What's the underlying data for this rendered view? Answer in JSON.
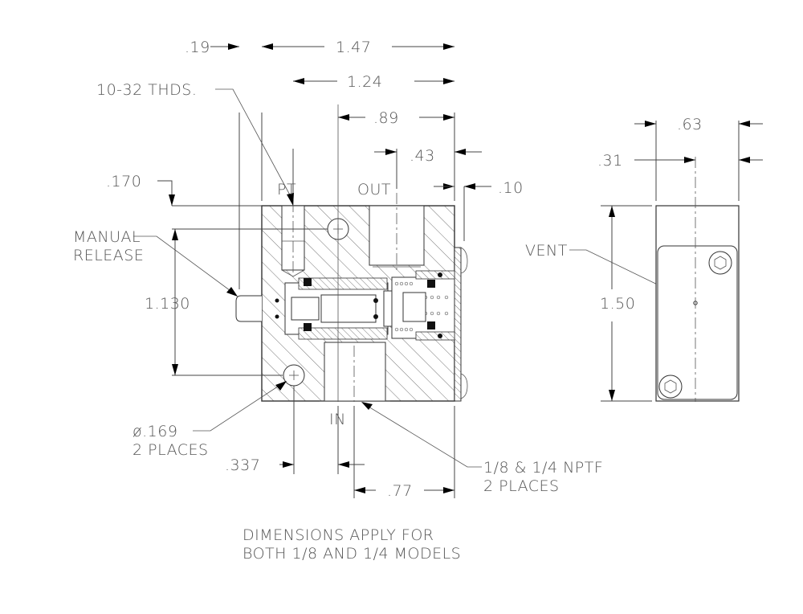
{
  "drawing": {
    "dimensions": {
      "d019": ".19",
      "d147": "1.47",
      "d124": "1.24",
      "d089": ".89",
      "d043": ".43",
      "d010": ".10",
      "d170": ".170",
      "d1130": "1.130",
      "d0337": ".337",
      "d077": ".77",
      "d063": ".63",
      "d031": ".31",
      "d150": "1.50"
    },
    "callouts": {
      "thread": "10-32 THDS.",
      "manual_release_1": "MANUAL",
      "manual_release_2": "RELEASE",
      "hole_1": "ø.169",
      "hole_2": "2 PLACES",
      "nptf_1": "1/8 & 1/4 NPTF",
      "nptf_2": "2 PLACES",
      "vent": "VENT"
    },
    "ports": {
      "pt": "PT",
      "out": "OUT",
      "in": "IN"
    },
    "note": {
      "line1": "DIMENSIONS APPLY FOR",
      "line2": "BOTH 1/8 AND 1/4 MODELS"
    }
  }
}
